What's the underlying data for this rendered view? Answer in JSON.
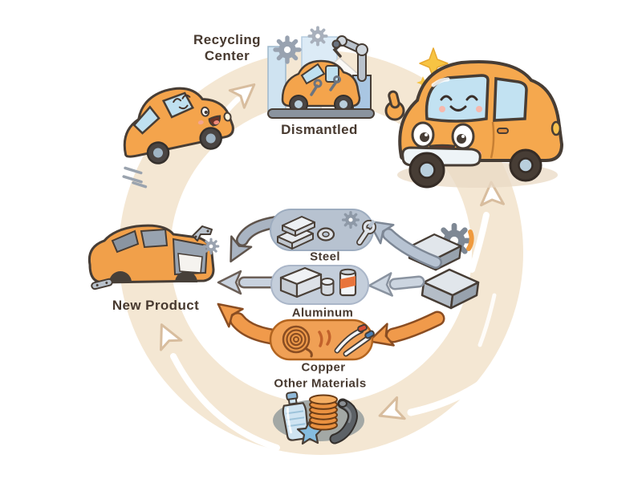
{
  "diagram": {
    "type": "circular-recycling-cycle",
    "flow": "clockwise",
    "stages": [
      "Recycling Center",
      "Dismantled",
      "Steel",
      "Aluminum",
      "Copper",
      "Other Materials",
      "New Product"
    ]
  },
  "labels": {
    "recycling_center_line1": "Recycling",
    "recycling_center_line2": "Center",
    "dismantled": "Dismantled",
    "new_product": "New Product"
  },
  "materials": [
    {
      "label": "Steel",
      "pill_color": "#b7c2d0",
      "icons": [
        "steel-ingot-stack-icon",
        "washer-icon",
        "gear-icon",
        "wrench-icon"
      ]
    },
    {
      "label": "Aluminum",
      "pill_color": "#c4cedb",
      "icons": [
        "aluminum-block-icon",
        "cylinder-icon",
        "soda-can-icon"
      ]
    },
    {
      "label": "Copper",
      "pill_color": "#f0a055",
      "icons": [
        "wire-coil-icon",
        "copper-wire-icon",
        "cable-clamp-icon"
      ]
    },
    {
      "label": "Other Materials",
      "pill_color": "#9aa1a0",
      "icons": [
        "plastic-bottle-icon",
        "plastic-star-icon",
        "ring-stack-icon",
        "rubber-hose-icon"
      ]
    }
  ],
  "icons": [
    "happy-car-icon",
    "old-car-icon",
    "dismantled-car-icon",
    "robot-arm-icon",
    "gear-icon",
    "recycle-gear-icon",
    "metal-ingots-icon",
    "sparkle-icon",
    "speed-lines-icon",
    "car-body-shell-icon",
    "bracket-part-icon",
    "cycle-arrow-icon"
  ],
  "colors": {
    "ring": "#f4e7d3",
    "ring_arrow_outline": "#d8bd9e",
    "steel_pill": "#b7c2d0",
    "aluminum_pill": "#c4cedb",
    "copper_pill": "#f0a055",
    "gray_arrow": "#a9b4c2",
    "orange_arrow": "#f09a4b",
    "car_orange": "#f5a84e",
    "window_blue": "#c2e2f2",
    "text": "#47392f"
  }
}
